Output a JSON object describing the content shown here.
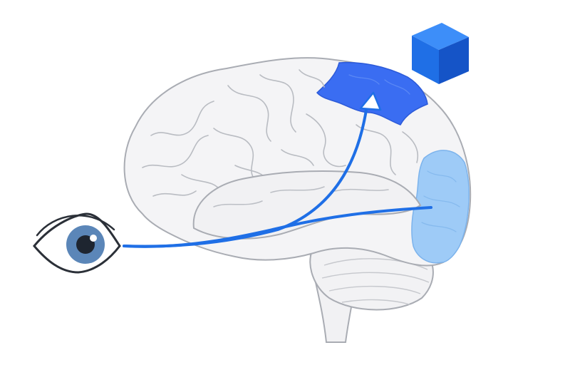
{
  "diagram": {
    "nodes": [
      {
        "id": "eye",
        "icon": "eye-icon"
      },
      {
        "id": "brain",
        "icon": "brain-icon"
      },
      {
        "id": "visual-cortex",
        "highlight": "#9ecbf7"
      },
      {
        "id": "parietal-region",
        "highlight": "#3a6df2"
      },
      {
        "id": "cube",
        "icon": "cube-icon",
        "color": "#1f6fe6"
      }
    ],
    "edges": [
      {
        "from": "eye",
        "to": "visual-cortex"
      },
      {
        "from": "eye",
        "to": "parietal-region"
      }
    ],
    "colors": {
      "pathway": "#1f6fe6",
      "brain_fill": "#f4f4f6",
      "brain_outline": "#a9acb3",
      "iris": "#5b86b8"
    }
  }
}
